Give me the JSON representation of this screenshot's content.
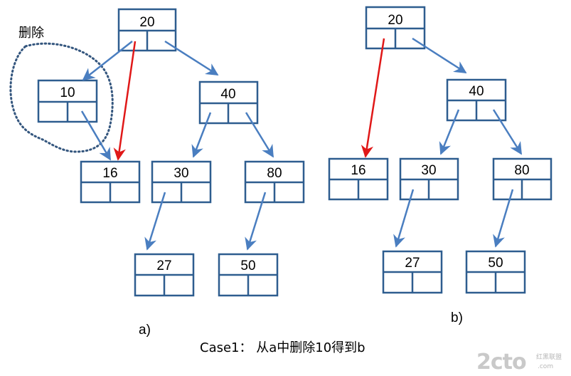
{
  "colors": {
    "node_stroke": "#2e5d8f",
    "arrow_blue": "#4a7ec0",
    "arrow_red": "#e01818",
    "annotation": "#34567e",
    "text": "#000000",
    "watermark": "#c9c9c9"
  },
  "annotation_label": "删除",
  "tree_a": {
    "label": "a)",
    "nodes": {
      "n20": "20",
      "n10": "10",
      "n40": "40",
      "n16": "16",
      "n30": "30",
      "n80": "80",
      "n27": "27",
      "n50": "50"
    }
  },
  "tree_b": {
    "label": "b)",
    "nodes": {
      "n20": "20",
      "n40": "40",
      "n16": "16",
      "n30": "30",
      "n80": "80",
      "n27": "27",
      "n50": "50"
    }
  },
  "caption": "Case1： 从a中删除10得到b",
  "watermark": {
    "logo": "2cto",
    "suffix": ".com",
    "subtitle": "红黑联盟"
  }
}
